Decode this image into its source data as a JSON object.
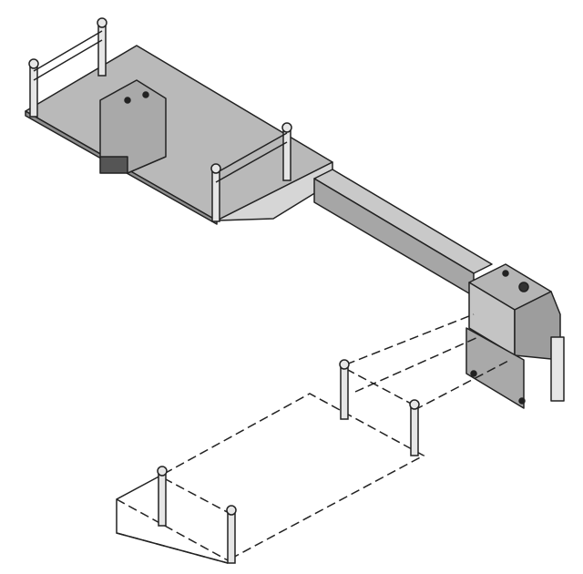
{
  "colors": {
    "background": "#ffffff",
    "platform_fill": "#b9b9b9",
    "platform_shade": "#d6d6d6",
    "bracket_fill": "#a9a9a9",
    "outline": "#222222",
    "post_fill": "#e6e6e6"
  },
  "parts": [
    "upper-platform",
    "beam",
    "bracket",
    "lower-platform-dashed",
    "rail-posts"
  ]
}
